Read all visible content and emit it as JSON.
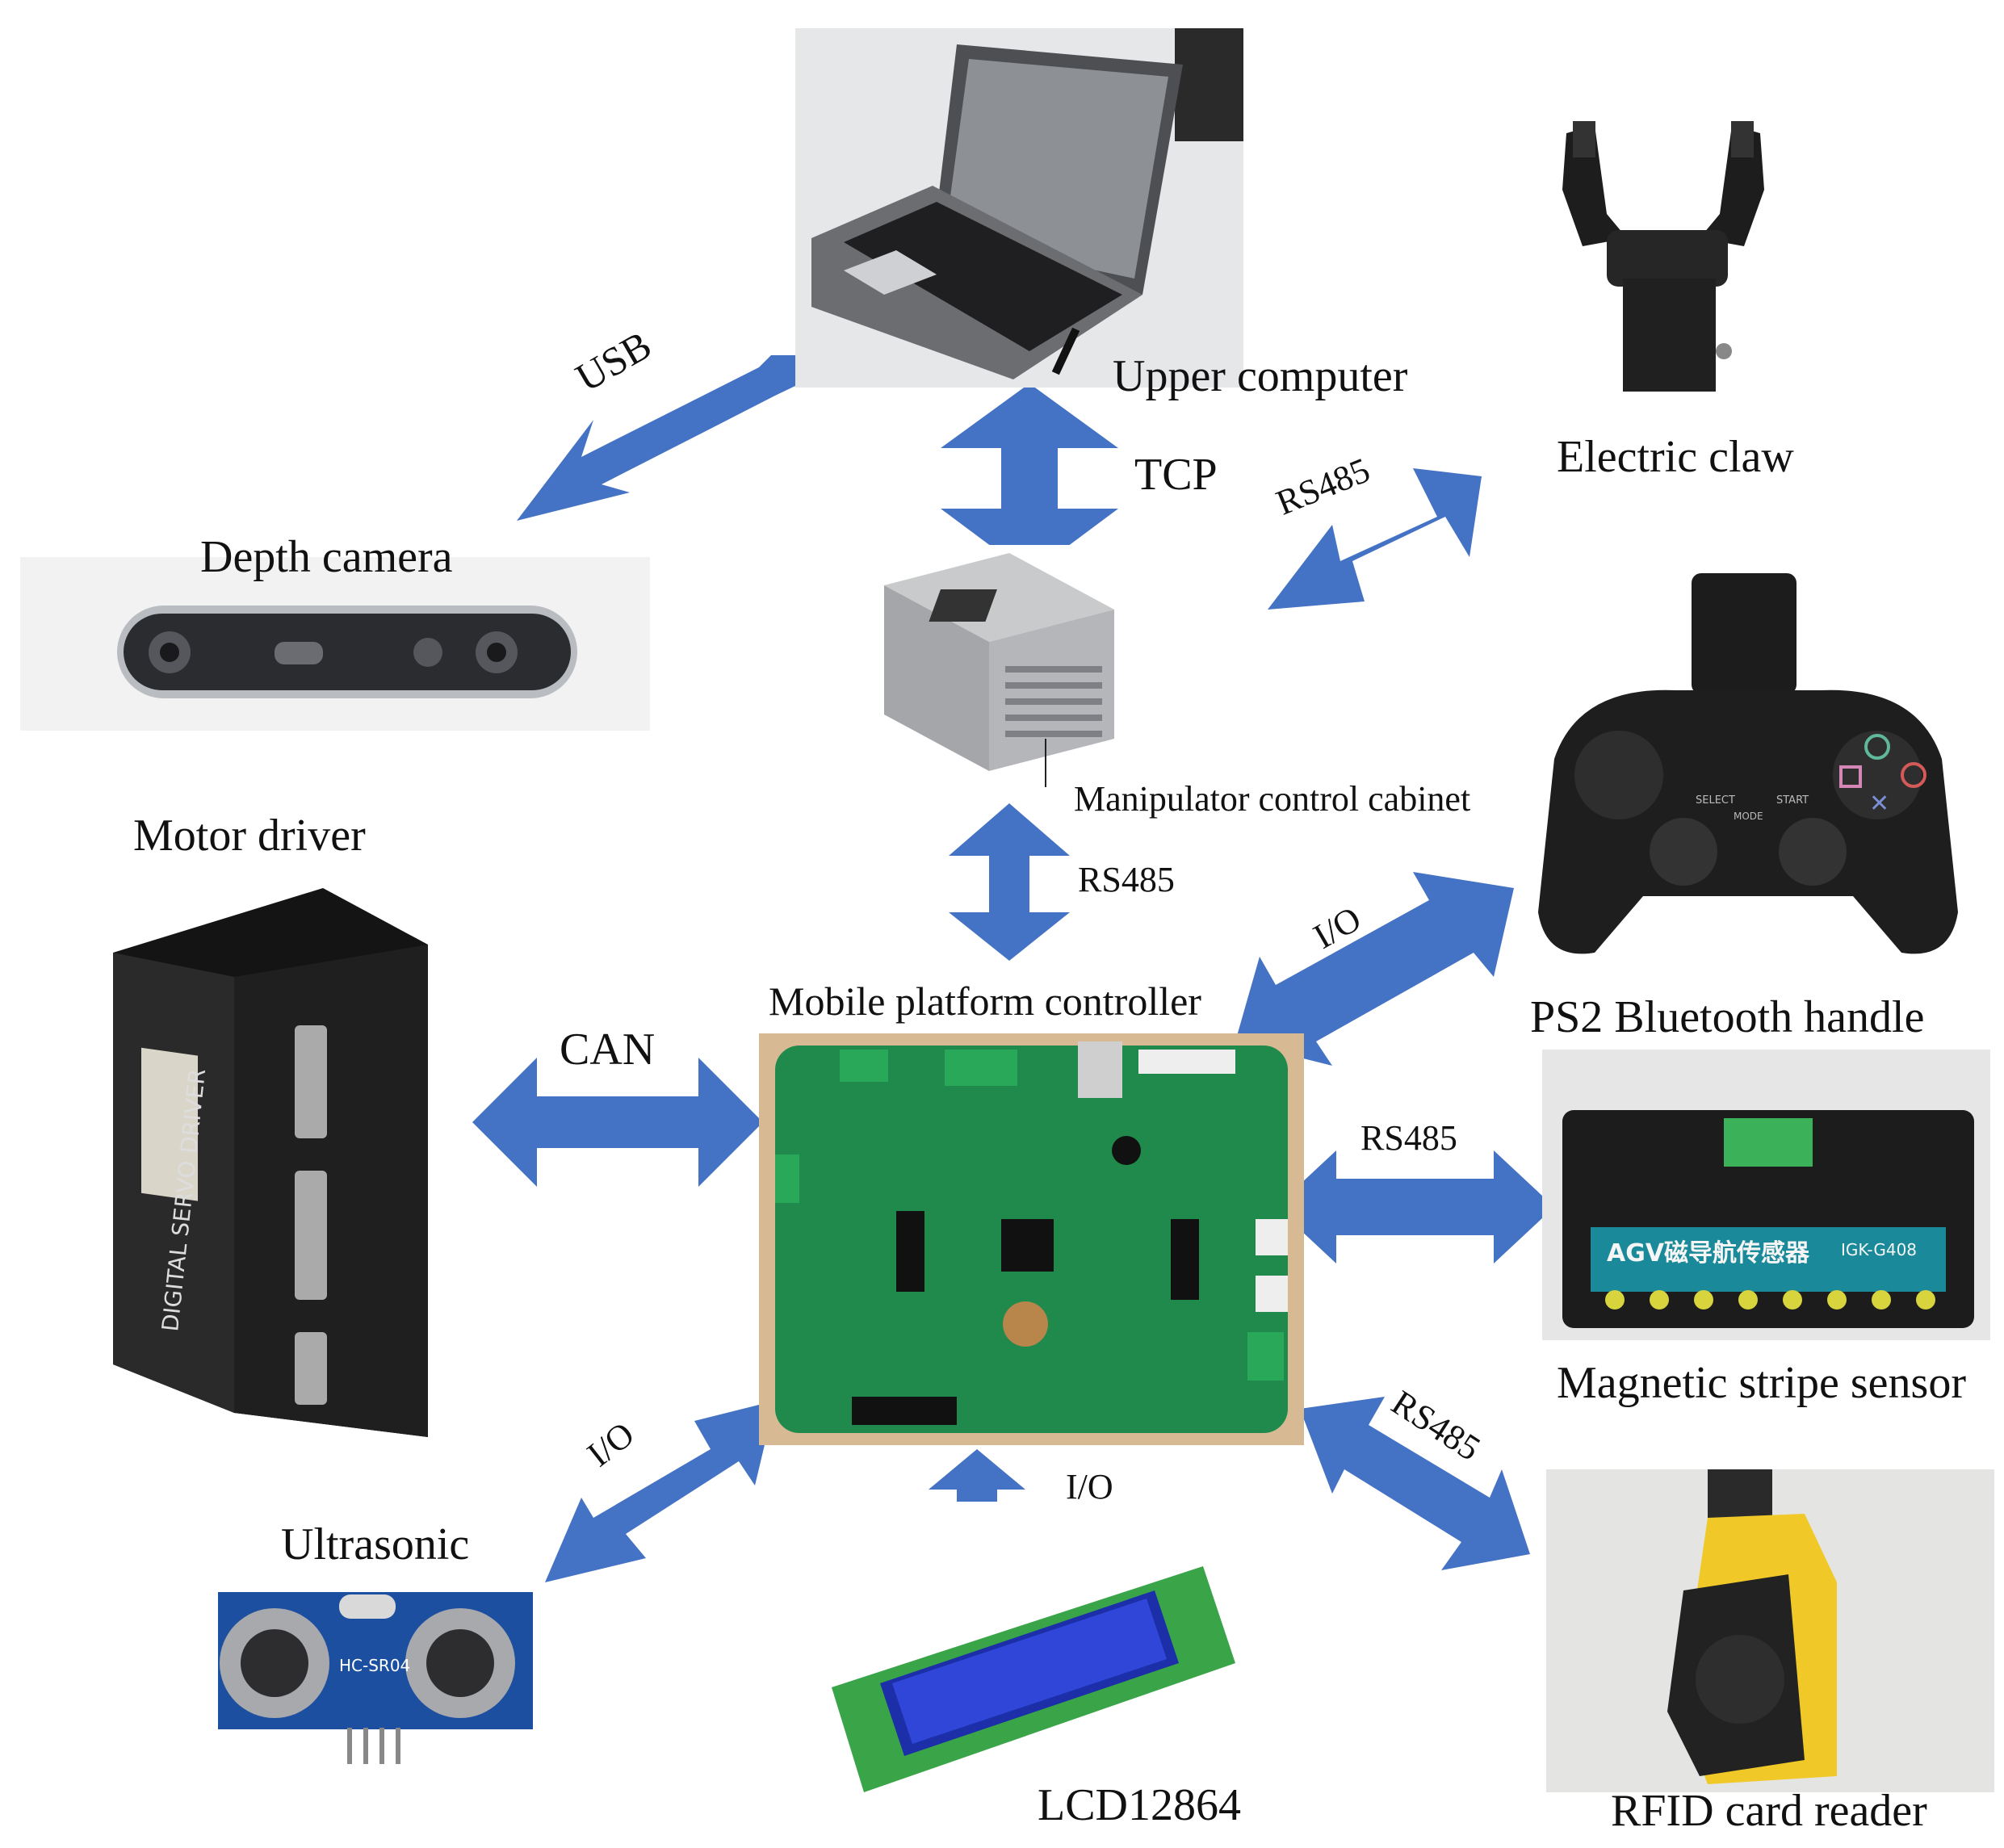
{
  "labels": {
    "upper_computer": "Upper computer",
    "electric_claw": "Electric claw",
    "depth_camera": "Depth camera",
    "manipulator_cabinet": "Manipulator control cabinet",
    "motor_driver": "Motor driver",
    "mobile_platform_controller": "Mobile platform controller",
    "ps2_handle": "PS2 Bluetooth handle",
    "magnetic_sensor": "Magnetic stripe sensor",
    "ultrasonic": "Ultrasonic",
    "lcd": "LCD12864",
    "rfid": "RFID card reader"
  },
  "connections": {
    "usb": "USB",
    "tcp": "TCP",
    "rs485_claw": "RS485",
    "rs485_cabinet": "RS485",
    "io_ps2": "I/O",
    "can": "CAN",
    "rs485_magnetic": "RS485",
    "io_ultrasonic": "I/O",
    "io_lcd": "I/O",
    "rs485_rfid": "RS485"
  },
  "device_text": {
    "servo_driver": "DIGITAL SERVO DRIVER",
    "ultrasonic_model": "HC-SR04",
    "agv_sensor": "AGV磁导航传感器",
    "agv_model": "IGK-G408",
    "ps2_select": "SELECT",
    "ps2_start": "START",
    "ps2_mode": "MODE"
  },
  "colors": {
    "arrow": "#4472c4",
    "pcb": "#1f8a4c",
    "label": "#111111"
  }
}
